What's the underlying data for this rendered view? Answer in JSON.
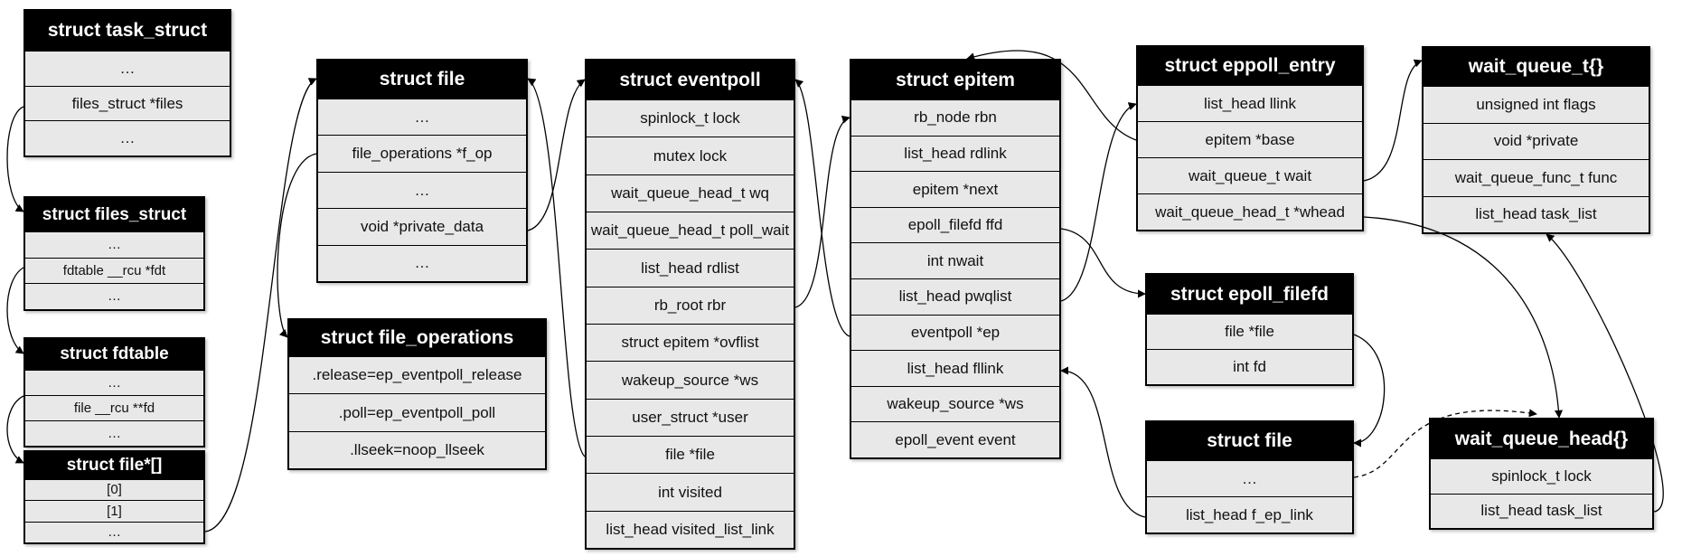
{
  "structs": [
    {
      "id": "task_struct",
      "title": "struct task_struct",
      "fields": [
        "…",
        "files_struct *files",
        "…"
      ]
    },
    {
      "id": "files_struct",
      "title": "struct files_struct",
      "fields": [
        "…",
        "fdtable __rcu *fdt",
        "…"
      ]
    },
    {
      "id": "fdtable",
      "title": "struct fdtable",
      "fields": [
        "…",
        "file __rcu **fd",
        "…"
      ]
    },
    {
      "id": "file_array",
      "title": "struct file*[]",
      "fields": [
        "[0]",
        "[1]",
        "…"
      ]
    },
    {
      "id": "file",
      "title": "struct file",
      "fields": [
        "…",
        "file_operations *f_op",
        "…",
        "void *private_data",
        "…"
      ]
    },
    {
      "id": "file_operations",
      "title": "struct file_operations",
      "fields": [
        ".release=ep_eventpoll_release",
        ".poll=ep_eventpoll_poll",
        ".llseek=noop_llseek"
      ]
    },
    {
      "id": "eventpoll",
      "title": "struct eventpoll",
      "fields": [
        "spinlock_t lock",
        "mutex lock",
        "wait_queue_head_t wq",
        "wait_queue_head_t poll_wait",
        "list_head rdlist",
        "rb_root rbr",
        "struct epitem *ovflist",
        "wakeup_source *ws",
        "user_struct *user",
        "file *file",
        "int visited",
        "list_head visited_list_link"
      ]
    },
    {
      "id": "epitem",
      "title": "struct epitem",
      "fields": [
        "rb_node rbn",
        "list_head rdlink",
        "epitem *next",
        "epoll_filefd ffd",
        "int nwait",
        "list_head pwqlist",
        "eventpoll *ep",
        "list_head fllink",
        "wakeup_source *ws",
        "epoll_event event"
      ]
    },
    {
      "id": "eppoll_entry",
      "title": "struct eppoll_entry",
      "fields": [
        "list_head llink",
        "epitem *base",
        "wait_queue_t wait",
        "wait_queue_head_t *whead"
      ]
    },
    {
      "id": "wait_queue_t",
      "title": "wait_queue_t{}",
      "fields": [
        "unsigned int flags",
        "void *private",
        "wait_queue_func_t func",
        "list_head task_list"
      ]
    },
    {
      "id": "epoll_filefd",
      "title": "struct epoll_filefd",
      "fields": [
        "file *file",
        "int fd"
      ]
    },
    {
      "id": "file2",
      "title": "struct file",
      "fields": [
        "…",
        "list_head f_ep_link"
      ]
    },
    {
      "id": "wait_queue_head",
      "title": "wait_queue_head{}",
      "fields": [
        "spinlock_t lock",
        "list_head task_list"
      ]
    }
  ]
}
